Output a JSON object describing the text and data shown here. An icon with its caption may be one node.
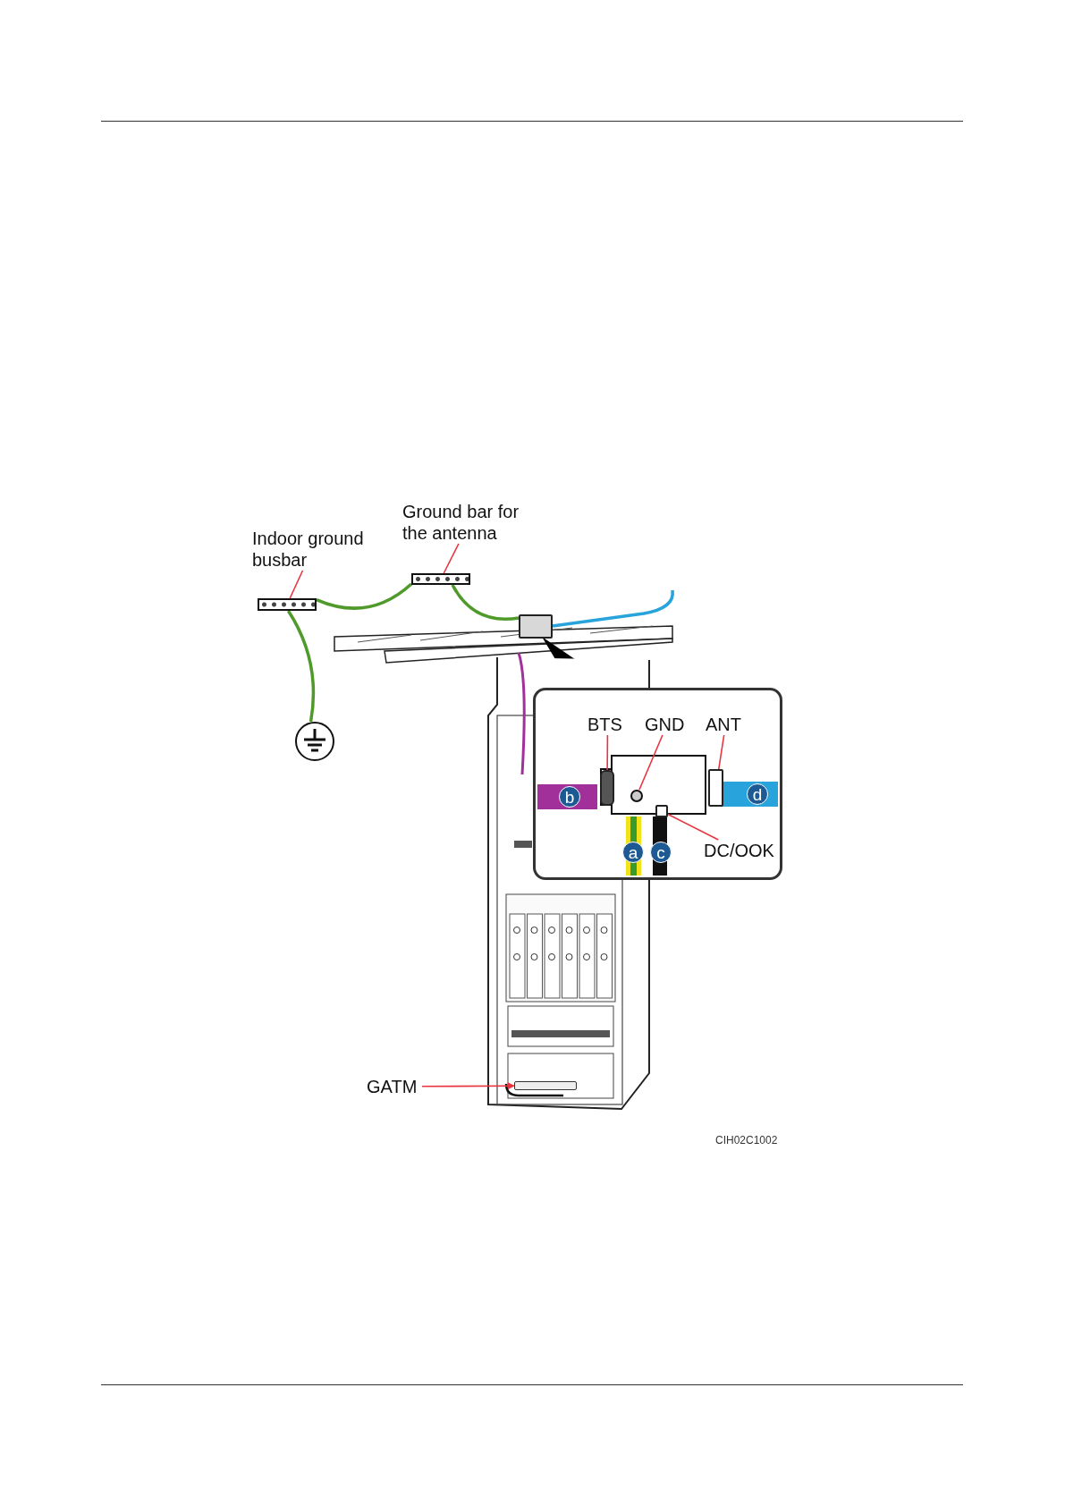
{
  "diagram": {
    "nodes": [
      {
        "text": [
          "Indoor ground busbar"
        ]
      },
      {
        "text": [],
        "shape": "bar"
      },
      {
        "text": [
          "Ground bar for the antenna"
        ]
      },
      {
        "text": [],
        "shape": "bar"
      },
      {
        "text": [],
        "shape": "circle"
      },
      {
        "text": [],
        "shape": "box"
      },
      {
        "text": [],
        "shape": "box"
      },
      {
        "text": [
          "BTS"
        ],
        "in": 6
      },
      {
        "text": [],
        "shape": "box",
        "in": 6
      },
      {
        "text": [
          "GND"
        ],
        "in": 6
      },
      {
        "text": [],
        "shape": "circle",
        "in": 6
      },
      {
        "text": [
          "ANT"
        ],
        "in": 6
      },
      {
        "text": [],
        "shape": "box",
        "in": 6
      },
      {
        "text": [
          "DC/OOK"
        ],
        "in": 6
      },
      {
        "text": [],
        "shape": "box",
        "in": 6
      },
      {
        "text": [
          "GATM"
        ]
      },
      {
        "text": [],
        "shape": "box"
      }
    ],
    "edges": [
      {
        "from": 0,
        "to": 1,
        "arrow": "none"
      },
      {
        "from": 2,
        "to": 3,
        "arrow": "none"
      },
      {
        "from": 7,
        "to": 8,
        "arrow": "none"
      },
      {
        "from": 9,
        "to": 10,
        "arrow": "none"
      },
      {
        "from": 11,
        "to": 12,
        "arrow": "none"
      },
      {
        "from": 13,
        "to": 14,
        "arrow": "none"
      },
      {
        "from": 15,
        "to": 16,
        "arrow": "to"
      },
      {
        "from": 1,
        "to": 4,
        "arrow": "none",
        "color": "#4f9a2a"
      },
      {
        "from": 1,
        "to": 3,
        "arrow": "none",
        "color": "#4f9a2a"
      },
      {
        "from": 3,
        "to": 5,
        "arrow": "none",
        "color": "#4f9a2a"
      }
    ],
    "labels": [
      "b",
      "d",
      "a",
      "c",
      "CIH02C1002"
    ]
  }
}
